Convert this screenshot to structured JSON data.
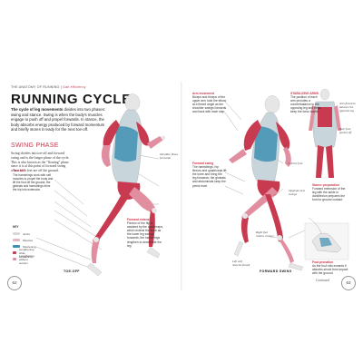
{
  "running_head": {
    "prefix": "THE ANATOMY OF RUNNING",
    "suffix": "Gait efficiency"
  },
  "title": "RUNNING CYCLE",
  "intro": {
    "lead": "The cycle of leg movements",
    "body": " divides into two phases: swing and stance. Swing is when the body's muscles engage to push off and propel forwards. In stance, the body absorbs energy produced by forward momentum and briefly stores it ready for the next toe-off."
  },
  "swing_phase": {
    "heading": "SWING PHASE",
    "text": "Swing divides into toe-off and forward swing and is the longer phase of the cycle. This is also known as the \"floating\" phase since it is at this point of forward swing where both feet are off the ground."
  },
  "toe_off": {
    "heading": "Toe-off",
    "text": "The hamstrings work with calf muscles to propel the body and lift the foot off the ground; the gluteals and hamstrings drive the hip into extension."
  },
  "key": {
    "title": "KEY",
    "items": [
      {
        "label": "Joints",
        "color": "#d9d9d9"
      },
      {
        "label": "Muscles",
        "color": "#e9b6bf"
      },
      {
        "label": "Shortening",
        "color": "#3f8fb3"
      },
      {
        "label": "Lengthening while contracting",
        "color": "#c83a4f"
      },
      {
        "label": "Lengthening without tension",
        "color": "#e28ea1"
      }
    ]
  },
  "captions": {
    "arm_movement": {
      "heading": "Arm movement",
      "text": "Biceps and triceps of the upper arm hold the elbow at a flexed angle as the shoulder swings forwards and back with each step."
    },
    "stabilizing_arms": {
      "heading": "STABILIZING ARMS",
      "text": "The position of each arm provides a counterbalance to the opposing leg and helps keep the torso stable."
    },
    "forward_swing": {
      "heading": "Forward swing",
      "text": "The hamstrings, hip flexors and quadriceps lift the knee and bring the leg forwards; the gluteals and abdominals keep the pelvis level."
    },
    "forward_extension": {
      "heading": "Forward extension",
      "text": "Flexion of the hip is assisted by the quadriceps, which extend the knee as the lower leg swings forwards; the hamstrings lengthen to decelerate the leg."
    },
    "stance_preparation": {
      "heading": "Stance preparation",
      "text": "Forward extension of the leg with the ankle in dorsiflexion prepares the foot for ground contact."
    },
    "pronation": {
      "heading": "Foot pronation",
      "text": "As the foot rolls inwards it absorbs shock from impact with the ground."
    },
    "note_shoulder": "Shoulder flexes forwards",
    "note_arm": "Arm flexed to balance the opposite leg",
    "note_rear": "Rear foot pushes off",
    "note_lifts": "Lift the foot",
    "note_opposite": "Opposite arm swings",
    "note_right": "Right foot retains contact",
    "note_left": "Left calf muscles flexed"
  },
  "bottom_labels": {
    "left": "TOE-OFF",
    "right": "FORWARD SWING"
  },
  "page_numbers": {
    "left": "62",
    "right": "63"
  },
  "continued": "Continued",
  "colors": {
    "accent": "#c83a4f",
    "muscle_red": "#c83a4f",
    "muscle_blue": "#3f8fb3",
    "muscle_pink": "#e28ea1",
    "skin": "#e6e6e6"
  }
}
